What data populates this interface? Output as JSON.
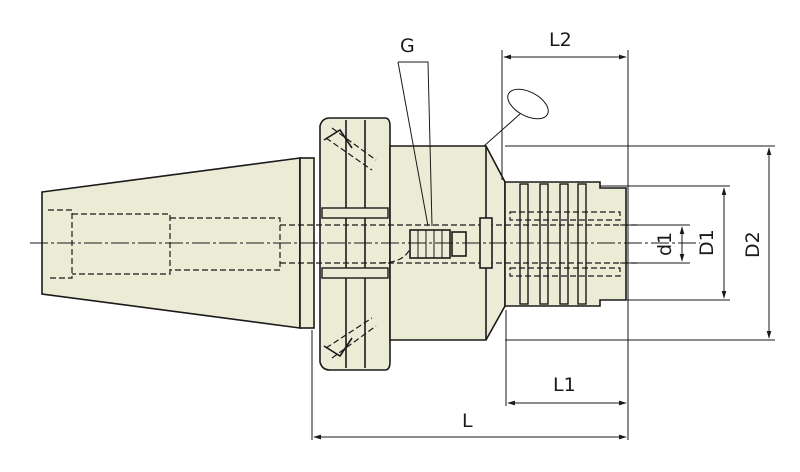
{
  "labels": {
    "G": "G",
    "L2": "L2",
    "L1": "L1",
    "L": "L",
    "D1": "D1",
    "D2": "D2",
    "d1": "d1"
  }
}
